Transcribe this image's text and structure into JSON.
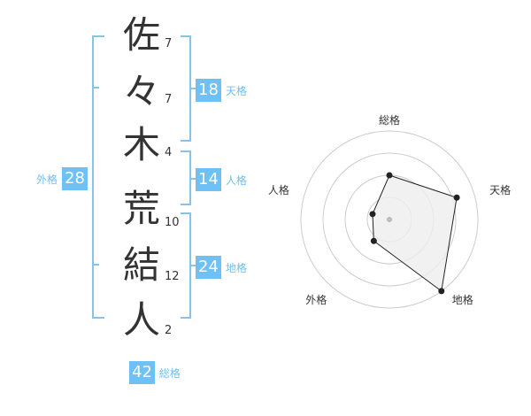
{
  "name": {
    "characters": [
      {
        "char": "佐",
        "strokes": "7"
      },
      {
        "char": "々",
        "strokes": "7"
      },
      {
        "char": "木",
        "strokes": "4"
      },
      {
        "char": "荒",
        "strokes": "10"
      },
      {
        "char": "結",
        "strokes": "12"
      },
      {
        "char": "人",
        "strokes": "2"
      }
    ]
  },
  "scores": {
    "tenkaku": {
      "value": "18",
      "label": "天格"
    },
    "jinkaku": {
      "value": "14",
      "label": "人格"
    },
    "chikaku": {
      "value": "24",
      "label": "地格"
    },
    "gaikaku": {
      "value": "28",
      "label": "外格"
    },
    "soukaku": {
      "value": "42",
      "label": "総格"
    }
  },
  "chart_data": {
    "type": "radar",
    "axes": [
      "総格",
      "天格",
      "地格",
      "外格",
      "人格"
    ],
    "values": [
      42,
      18,
      24,
      28,
      14
    ],
    "plotted_level": [
      0.5,
      0.8,
      1.0,
      0.3,
      0.2
    ],
    "rings": 4,
    "fill_color": "#eeeeee",
    "line_color": "#222222",
    "grid_color": "#cccccc"
  },
  "colors": {
    "accent": "#6ec0f5",
    "bracket": "#86c4ee"
  }
}
